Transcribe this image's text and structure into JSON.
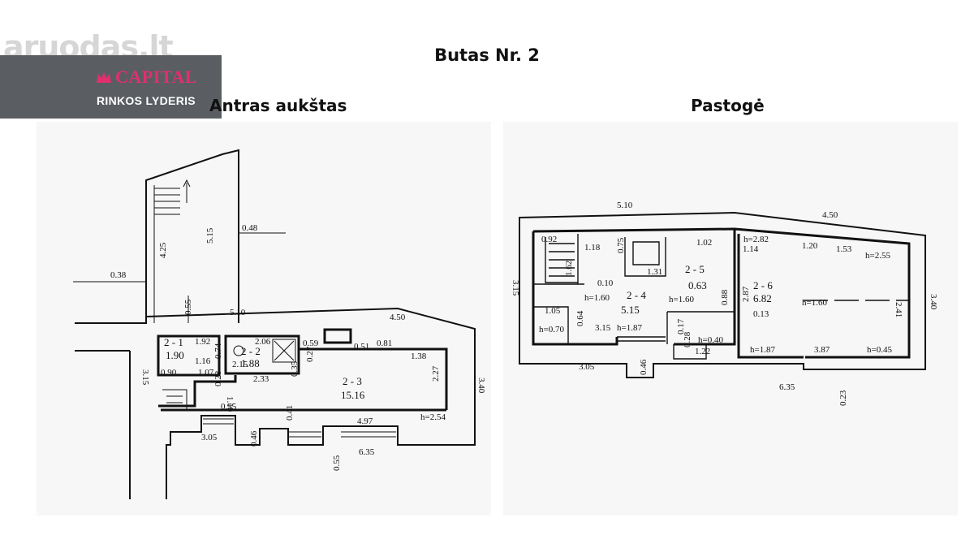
{
  "watermark": "aruodas.lt",
  "banner": {
    "brand": "CAPITAL",
    "tagline": "RINKOS LYDERIS",
    "brand_color": "#e0306d",
    "bg_color": "#5a5e63"
  },
  "title": "Butas Nr. 2",
  "floors": {
    "left": "Antras aukštas",
    "right": "Pastogė"
  },
  "left_plan": {
    "dims": [
      "0.48",
      "5.15",
      "4.25",
      "0.38",
      "0.55",
      "5.10",
      "4.50",
      "3.15",
      "3.40",
      "3.05",
      "0.46",
      "0.55",
      "6.35",
      "4.97",
      "0.41",
      "2.27",
      "1.38",
      "0.81",
      "0.51",
      "0.59",
      "0.35",
      "2.33",
      "1.10",
      "0.55",
      "1.07",
      "1.16",
      "0.90",
      "0.28",
      "0.74",
      "1.92",
      "2.15",
      "2.06",
      "0.27"
    ],
    "rooms": [
      {
        "id": "2 - 1",
        "area": "1.90"
      },
      {
        "id": "2 - 2",
        "area": "1.88"
      },
      {
        "id": "2 - 3",
        "area": "15.16"
      }
    ],
    "heights": [
      "h=2.54"
    ]
  },
  "right_plan": {
    "dims": [
      "5.10",
      "4.50",
      "3.15",
      "3.40",
      "3.05",
      "0.46",
      "6.35",
      "0.23",
      "0.92",
      "1.18",
      "0.75",
      "1.02",
      "1.14",
      "1.20",
      "1.53",
      "1.62",
      "1.31",
      "0.10",
      "1.05",
      "0.64",
      "3.15",
      "2.87",
      "0.13",
      "2.41",
      "3.87",
      "0.17",
      "0.28",
      "1.22",
      "0.88"
    ],
    "rooms": [
      {
        "id": "2 - 4",
        "area": "5.15"
      },
      {
        "id": "2 - 5",
        "area": "0.63"
      },
      {
        "id": "2 - 6",
        "area": "6.82"
      }
    ],
    "heights": [
      "h=2.82",
      "h=2.55",
      "h=1.60",
      "h=1.60",
      "h=1.60",
      "h=0.70",
      "h=1.87",
      "h=0.40",
      "h=1.87",
      "h=0.45"
    ]
  }
}
